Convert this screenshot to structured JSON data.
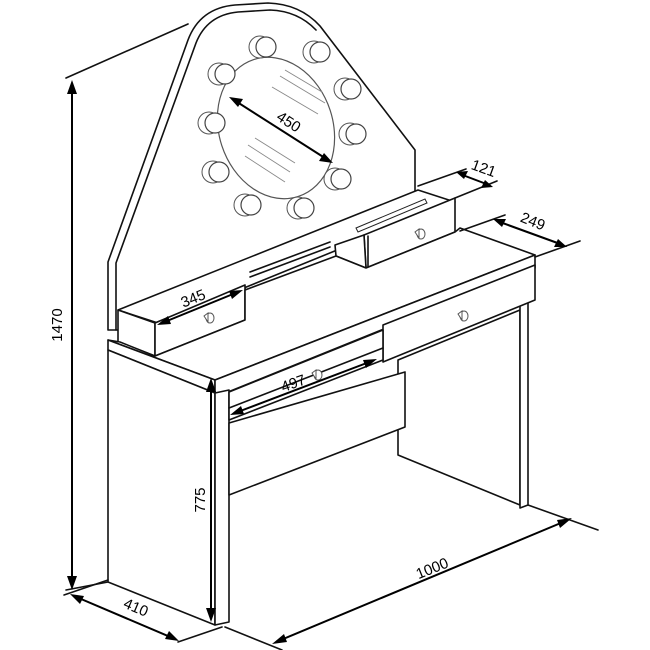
{
  "figure": {
    "subject": "Vanity dressing table with lighted round mirror",
    "view": "isometric line drawing",
    "line_color": "#111111",
    "background": "#ffffff"
  },
  "dimensions": {
    "total_height": {
      "label": "1470",
      "unit": "mm"
    },
    "desk_height": {
      "label": "775",
      "unit": "mm"
    },
    "depth": {
      "label": "410",
      "unit": "mm"
    },
    "width": {
      "label": "1000",
      "unit": "mm"
    },
    "mirror_diameter": {
      "label": "450",
      "unit": "mm"
    },
    "small_drawer_depth": {
      "label": "121",
      "unit": "mm"
    },
    "upper_shelf_offset": {
      "label": "249",
      "unit": "mm"
    },
    "top_left_drawer_width": {
      "label": "345",
      "unit": "mm"
    },
    "main_drawer_width": {
      "label": "497",
      "unit": "mm"
    }
  },
  "components": {
    "mirror_bulbs_count": 10,
    "drawers": [
      "top-left-drawer",
      "top-right-drawer",
      "front-left-drawer",
      "front-right-drawer"
    ]
  }
}
